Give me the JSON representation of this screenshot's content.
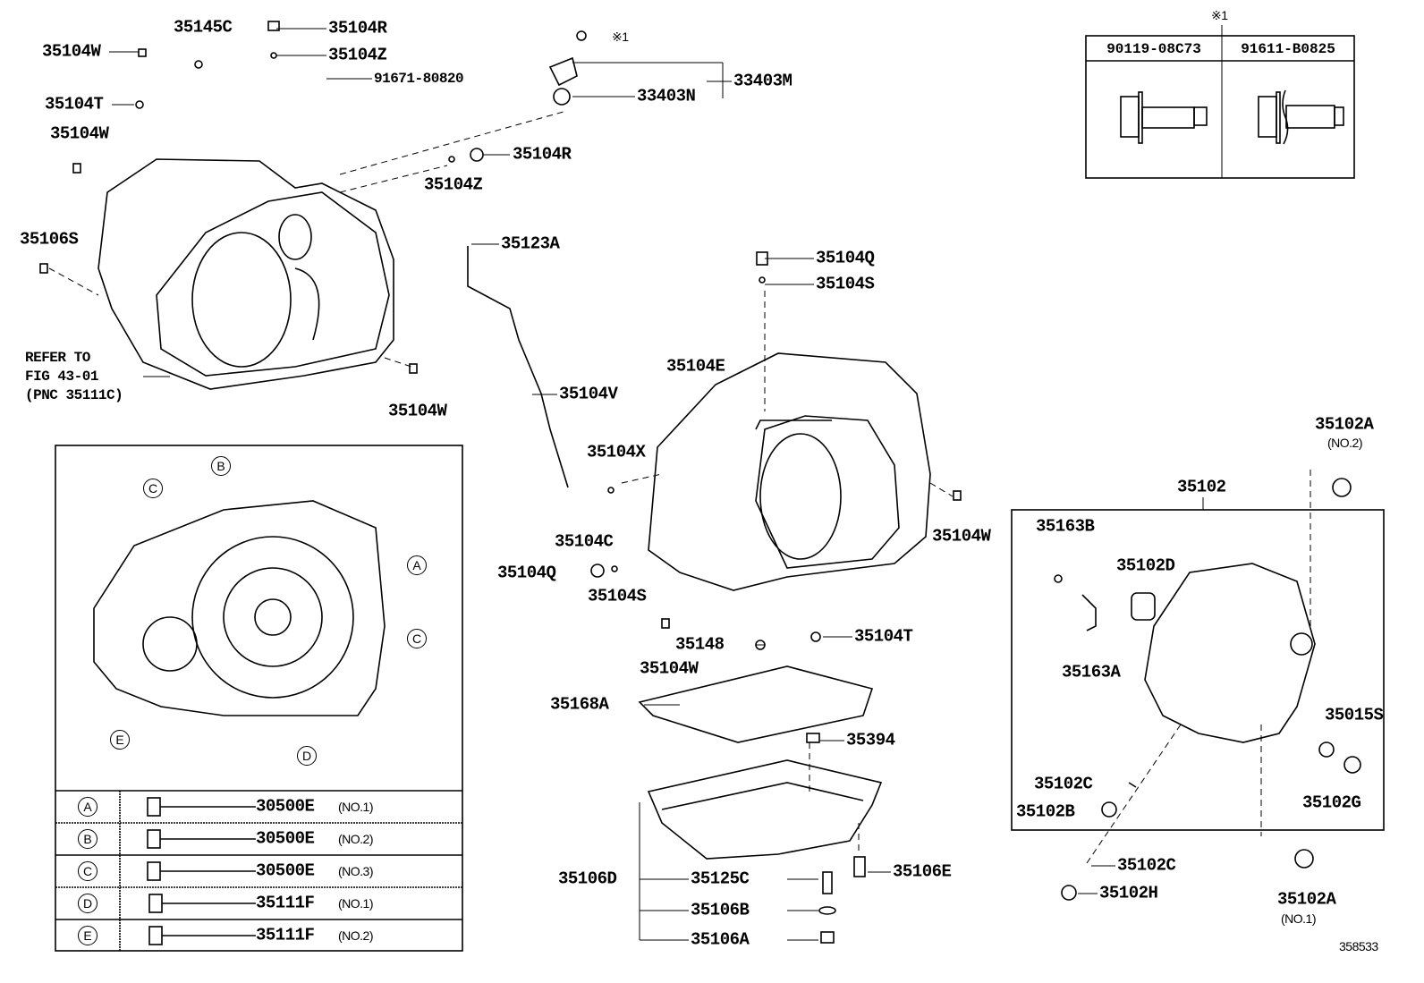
{
  "diagram_id": "358533",
  "callouts": [
    "35104W",
    "35145C",
    "35104R",
    "35104Z",
    "91671-80820",
    "※1",
    "33403M",
    "33403N",
    "35104T",
    "35104W",
    "35104R",
    "35104Z",
    "35106S",
    "35123A",
    "35104Q",
    "35104S",
    "35104E",
    "35104V",
    "35104W",
    "35102A",
    "(NO.2)",
    "35104X",
    "35102",
    "35104W",
    "35163B",
    "35104C",
    "35102D",
    "35104Q",
    "35104S",
    "35163A",
    "35148",
    "35104T",
    "35104W",
    "35015S",
    "35168A",
    "35394",
    "35102C",
    "35102B",
    "35102G",
    "35102C",
    "35106E",
    "35125C",
    "35106D",
    "35102H",
    "35102A",
    "(NO.1)",
    "35106B",
    "35106A"
  ],
  "refer_note": [
    "REFER TO",
    "FIG 43-01",
    "(PNC 35111C)"
  ],
  "bolt_table": {
    "marker": "※1",
    "columns": [
      "90119-08C73",
      "91611-B0825"
    ]
  },
  "inset": {
    "markers": [
      "B",
      "C",
      "A",
      "C",
      "D",
      "E"
    ],
    "rows": [
      {
        "key": "A",
        "part": "30500E",
        "note": "(NO.1)"
      },
      {
        "key": "B",
        "part": "30500E",
        "note": "(NO.2)"
      },
      {
        "key": "C",
        "part": "30500E",
        "note": "(NO.3)"
      },
      {
        "key": "D",
        "part": "35111F",
        "note": "(NO.1)"
      },
      {
        "key": "E",
        "part": "35111F",
        "note": "(NO.2)"
      }
    ]
  }
}
